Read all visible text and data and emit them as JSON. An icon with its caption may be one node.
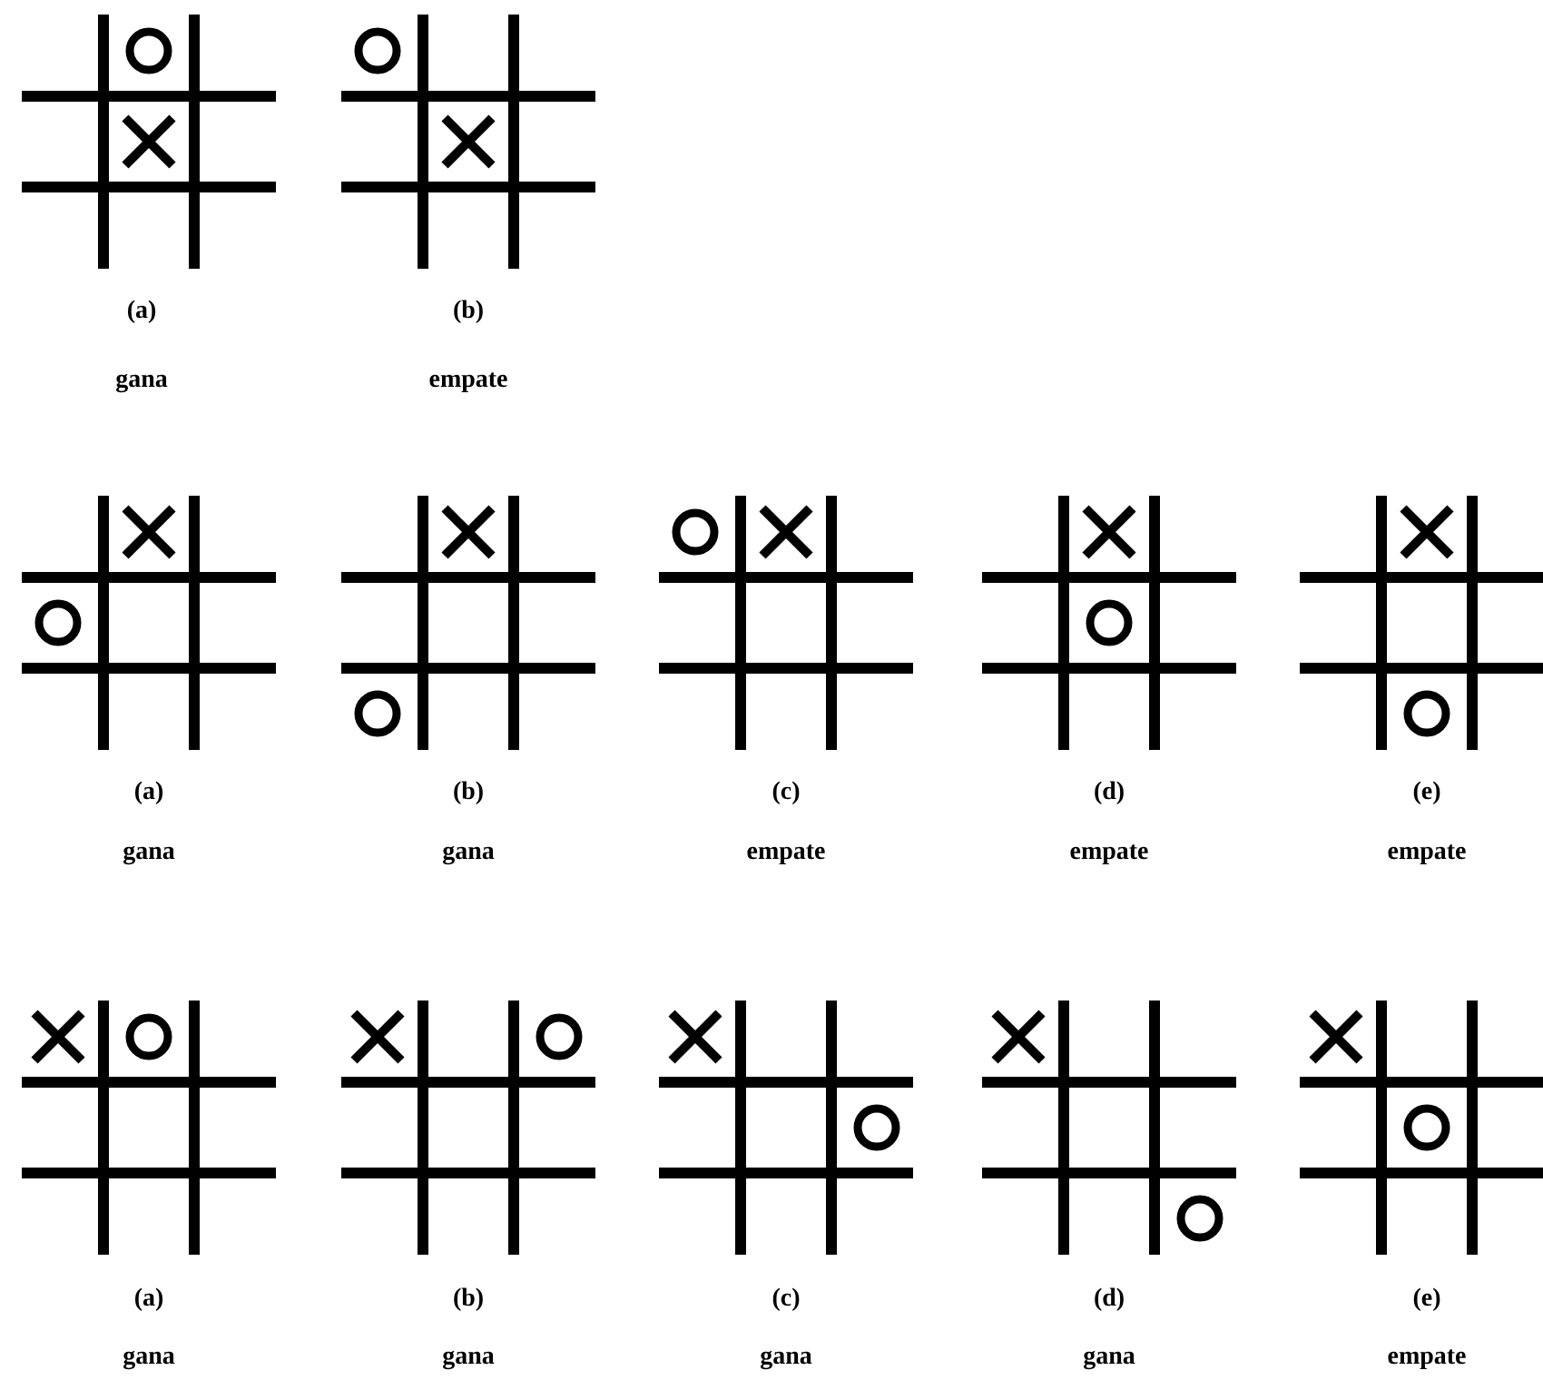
{
  "diagram": {
    "labels": [
      "(a)",
      "(b)",
      "gana",
      "empate",
      "(a)",
      "(b)",
      "(c)",
      "(d)",
      "(e)",
      "gana",
      "gana",
      "empate",
      "empate",
      "empate",
      "(a)",
      "(b)",
      "(c)",
      "(d)",
      "(e)",
      "gana",
      "gana",
      "gana",
      "gana",
      "empate"
    ]
  }
}
